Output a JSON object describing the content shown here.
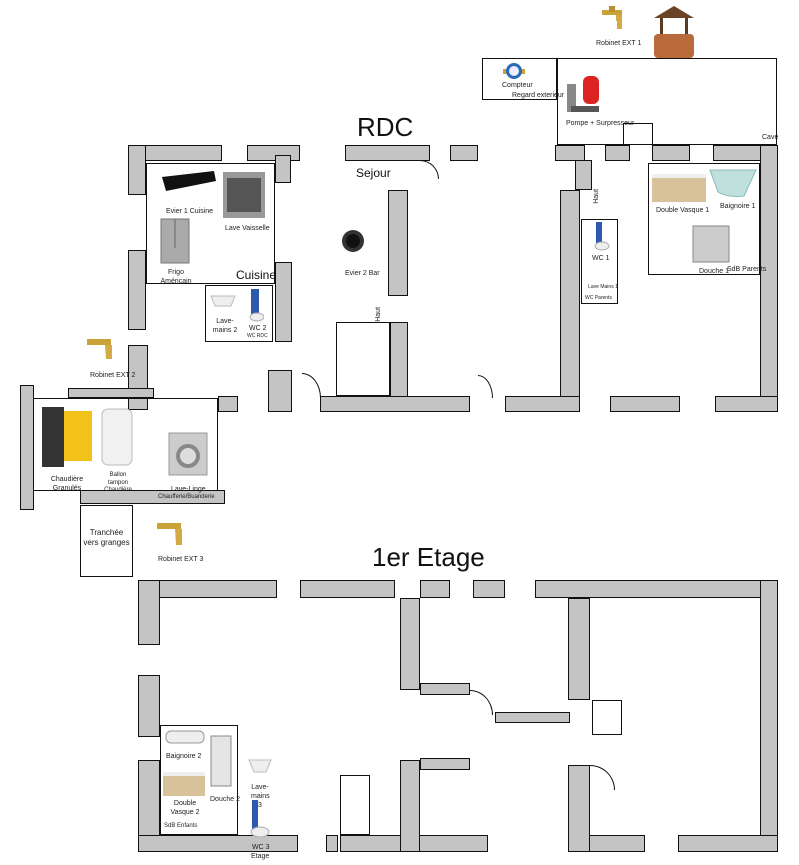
{
  "titles": {
    "rdc": "RDC",
    "etage": "1er Etage"
  },
  "rooms": {
    "sejour": "Sejour",
    "cuisine": "Cuisine",
    "cave": "Cave",
    "regard": "Regard exterieur",
    "sdb_parents": "SdB Parents",
    "wc_parents": "WC Parents",
    "wc_rdc": "WC RDC",
    "chaufferie": "Chaufferie/Buanderie",
    "sdb_enfants": "SdB Enfants",
    "tranchee": "Tranchée vers granges",
    "stairs_up": "Haut"
  },
  "fixtures": {
    "robinet1": "Robinet EXT 1",
    "robinet2": "Robinet EXT 2",
    "robinet3": "Robinet EXT 3",
    "compteur": "Compteur",
    "pompe": "Pompe + Surpresseur",
    "evier1": "Evier 1 Cuisine",
    "lave_vaisselle": "Lave Vaisselle",
    "frigo": "Frigo Américain",
    "evier2": "Evier 2 Bar",
    "lave_mains2": "Lave-mains 2",
    "wc2": "WC 2",
    "double_vasque1": "Double Vasque 1",
    "baignoire1": "Baignoire 1",
    "douche1": "Douche 1",
    "wc1": "WC 1",
    "lave_mains1": "Lave Mains 1",
    "chaudiere": "Chaudière Granulés",
    "ballon": "Ballon tampon Chaudière",
    "lave_linge": "Lave-Linge",
    "baignoire2": "Baignoire 2",
    "douche2": "Douche 2",
    "double_vasque2": "Double Vasque 2",
    "lave_mains3": "Lave-mains 3",
    "wc3": "WC 3",
    "wc3_sub": "Etage"
  }
}
